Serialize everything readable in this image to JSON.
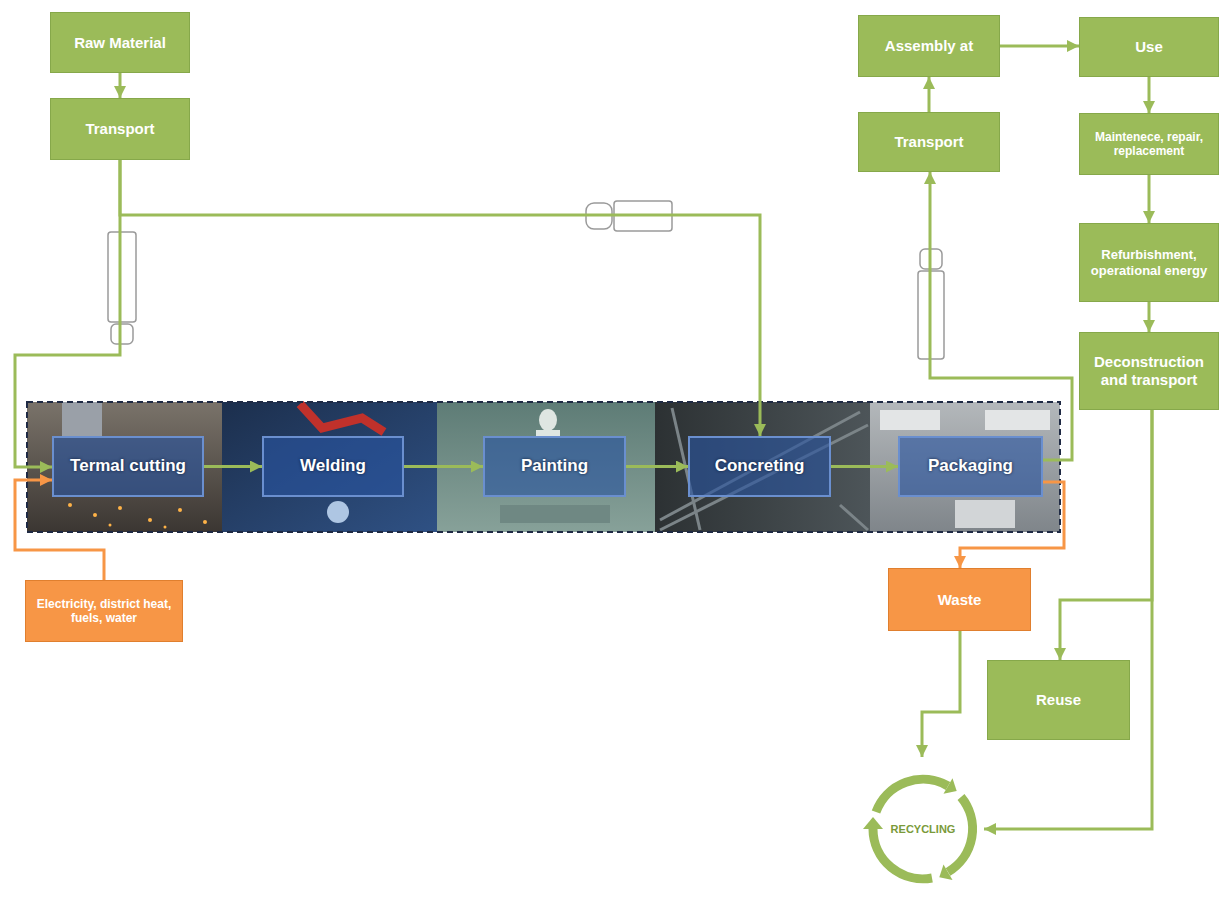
{
  "diagram": {
    "nodes": [
      {
        "text": [
          "Raw Material"
        ]
      },
      {
        "text": [
          "Transport"
        ]
      },
      {
        "text": [
          "Assembly at"
        ]
      },
      {
        "text": [
          "Use"
        ]
      },
      {
        "text": [
          "Transport"
        ]
      },
      {
        "text": [
          "Maintenece, repair, replacement"
        ]
      },
      {
        "text": [
          "Refurbishment, operational energy"
        ]
      },
      {
        "text": [
          "Deconstruction and transport"
        ]
      },
      {
        "text": [
          "Termal cutting"
        ]
      },
      {
        "text": [
          "Welding"
        ]
      },
      {
        "text": [
          "Painting"
        ]
      },
      {
        "text": [
          "Concreting"
        ]
      },
      {
        "text": [
          "Packaging"
        ]
      },
      {
        "text": [
          "Electricity, district heat, fuels, water"
        ]
      },
      {
        "text": [
          "Waste"
        ]
      },
      {
        "text": [
          "Reuse"
        ]
      },
      {
        "text": [
          "RECYCLING"
        ]
      }
    ],
    "edges": [
      {
        "from": 0,
        "to": 1,
        "arrow": "to"
      },
      {
        "from": 1,
        "to": 8,
        "arrow": "to"
      },
      {
        "from": 1,
        "to": 11,
        "arrow": "to"
      },
      {
        "from": 8,
        "to": 9,
        "arrow": "to"
      },
      {
        "from": 9,
        "to": 10,
        "arrow": "to"
      },
      {
        "from": 10,
        "to": 11,
        "arrow": "to"
      },
      {
        "from": 11,
        "to": 12,
        "arrow": "to"
      },
      {
        "from": 12,
        "to": 4,
        "arrow": "to"
      },
      {
        "from": 4,
        "to": 2,
        "arrow": "to"
      },
      {
        "from": 2,
        "to": 3,
        "arrow": "to"
      },
      {
        "from": 3,
        "to": 5,
        "arrow": "to"
      },
      {
        "from": 5,
        "to": 6,
        "arrow": "to"
      },
      {
        "from": 6,
        "to": 7,
        "arrow": "to"
      },
      {
        "from": 7,
        "to": 15,
        "arrow": "to"
      },
      {
        "from": 7,
        "to": 16,
        "arrow": "to"
      },
      {
        "from": 14,
        "to": 16,
        "arrow": "to"
      },
      {
        "from": 12,
        "to": 14,
        "arrow": "to"
      },
      {
        "from": 13,
        "to": 8,
        "arrow": "to"
      }
    ]
  }
}
